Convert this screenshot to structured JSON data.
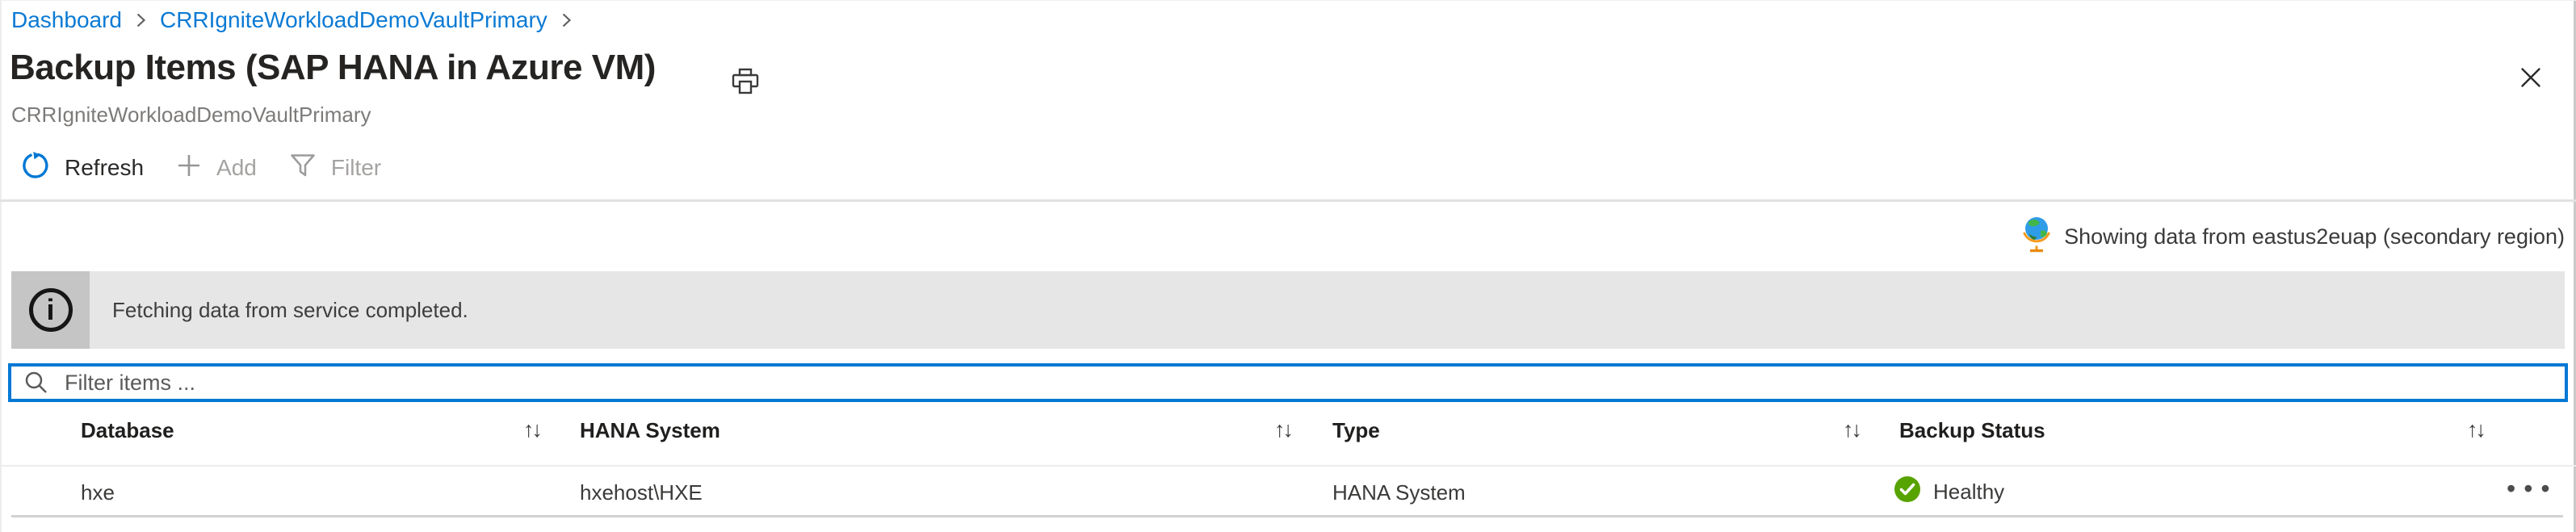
{
  "breadcrumb": {
    "items": [
      "Dashboard",
      "CRRIgniteWorkloadDemoVaultPrimary"
    ]
  },
  "page": {
    "title": "Backup Items (SAP HANA in Azure VM)",
    "subtitle": "CRRIgniteWorkloadDemoVaultPrimary"
  },
  "toolbar": {
    "refresh": "Refresh",
    "add": "Add",
    "filter": "Filter"
  },
  "region_notice": {
    "text": "Showing data from eastus2euap (secondary region)"
  },
  "info_banner": {
    "glyph": "i",
    "message": "Fetching data from service completed."
  },
  "filter_input": {
    "placeholder": "Filter items ...",
    "value": ""
  },
  "table": {
    "columns": [
      {
        "label": "Database",
        "sort": "↑↓"
      },
      {
        "label": "HANA System",
        "sort": "↑↓"
      },
      {
        "label": "Type",
        "sort": "↑↓"
      },
      {
        "label": "Backup Status",
        "sort": "↑↓"
      }
    ],
    "rows": [
      {
        "database": "hxe",
        "hana_system": "hxehost\\HXE",
        "type": "HANA System",
        "backup_status": "Healthy",
        "menu": "•••"
      }
    ]
  },
  "icons": {
    "refresh": "refresh-icon",
    "add": "plus-icon",
    "filter": "funnel-icon",
    "print": "printer-icon",
    "close": "close-icon",
    "globe": "globe-icon",
    "info": "info-icon",
    "search": "search-icon",
    "healthy": "check-circle-icon",
    "more": "ellipsis-icon",
    "breadcrumb_separator": "chevron-right-icon"
  },
  "colors": {
    "accent": "#0078d4",
    "healthy_green": "#57a300",
    "banner_bg": "#e6e6e6",
    "banner_icon_bg": "#c5c5c5",
    "disabled_text": "#a5a3a1"
  }
}
